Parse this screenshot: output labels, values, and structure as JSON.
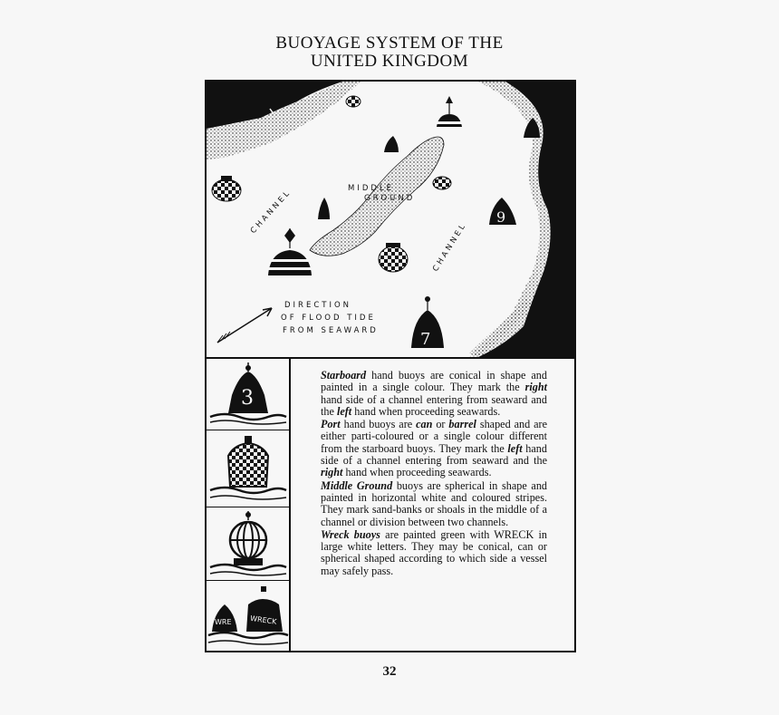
{
  "page": {
    "title_line1": "BUOYAGE SYSTEM OF THE",
    "title_line2": "UNITED KINGDOM",
    "page_number": "32"
  },
  "map": {
    "channel_left": "CHANNEL",
    "channel_right": "CHANNEL",
    "middle_ground_line1": "MIDDLE",
    "middle_ground_line2": "GROUND",
    "flood_tide_line1": "DIRECTION",
    "flood_tide_line2": "OF FLOOD TIDE",
    "flood_tide_line3": "FROM SEAWARD",
    "buoy_number_right": "9",
    "buoy_number_bottom": "7"
  },
  "buoy_panels": {
    "starboard_number": "3",
    "wreck_left_lettering": "WRE",
    "wreck_right_lettering": "WRECK"
  },
  "description": {
    "starboard": {
      "term": "Starboard",
      "t1": " hand buoys are conical in shape and painted in a single colour. They mark the ",
      "e1": "right",
      "t2": " hand side of a channel entering from seaward and the ",
      "e2": "left",
      "t3": " hand when proceeding seawards."
    },
    "port": {
      "term": "Port",
      "t1": " hand buoys are ",
      "e1": "can",
      "t2": " or ",
      "e2": "barrel",
      "t3": " shaped and are either parti-coloured or a single colour different from the starboard buoys. They mark the ",
      "e3": "left",
      "t4": " hand side of a channel entering from seaward and the ",
      "e4": "right",
      "t5": " hand when proceeding seawards."
    },
    "middle_ground": {
      "term": "Middle Ground",
      "t1": " buoys are spherical in shape and painted in horizontal white and coloured stripes. They mark sand-banks or shoals in the middle of a channel or division between two channels."
    },
    "wreck": {
      "term": "Wreck buoys",
      "t1": " are painted green with WRECK in large white letters. They may be conical, can or spherical shaped according to which side a vessel may safely pass."
    }
  },
  "colors": {
    "ink": "#111111",
    "paper": "#f7f7f7"
  }
}
